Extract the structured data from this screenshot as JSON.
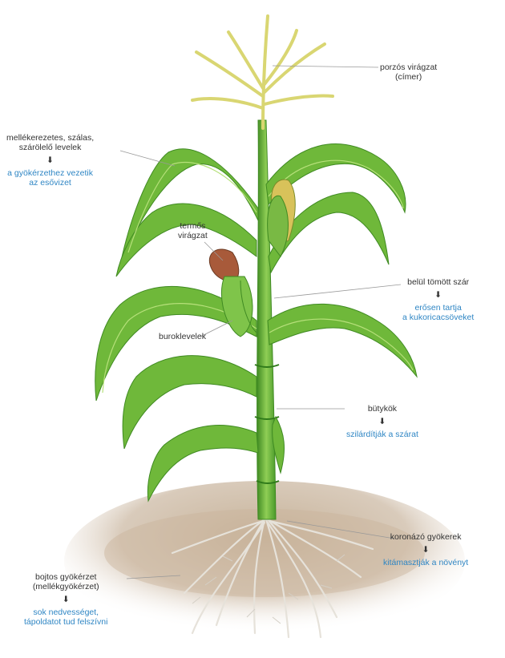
{
  "labels": {
    "tassel": {
      "line1": "porzós virágzat",
      "line2": "(címer)"
    },
    "leaves": {
      "line1": "mellékerezetes, szálas,",
      "line2": "szárölelő levelek",
      "effect1": "a gyökérzethez vezetik",
      "effect2": "az esővizet"
    },
    "ear": {
      "line1": "termős",
      "line2": "virágzat"
    },
    "stem": {
      "line1": "belül tömött szár",
      "effect1": "erősen tartja",
      "effect2": "a kukoricacsöveket"
    },
    "husks": {
      "line1": "buroklevelek"
    },
    "nodes": {
      "line1": "bütykök",
      "effect1": "szilárdítják a szárat"
    },
    "brace_roots": {
      "line1": "koronázó gyökerek",
      "effect1": "kitámasztják a növényt"
    },
    "fibrous_roots": {
      "line1": "bojtos gyökérzet",
      "line2": "(mellékgyökérzet)",
      "effect1": "sok nedvességet,",
      "effect2": "tápoldatot tud felszívni"
    }
  },
  "arrow_glyph": "⬇",
  "colors": {
    "label_text": "#333333",
    "effect_text": "#2f86c4",
    "leaf": "#6fb83a",
    "leaf_dark": "#3f8a22",
    "stem": "#5aa531",
    "tassel": "#d9d672",
    "silk": "#a85a3a",
    "soil": "#cbb9a4",
    "root": "#d8d4cc"
  }
}
